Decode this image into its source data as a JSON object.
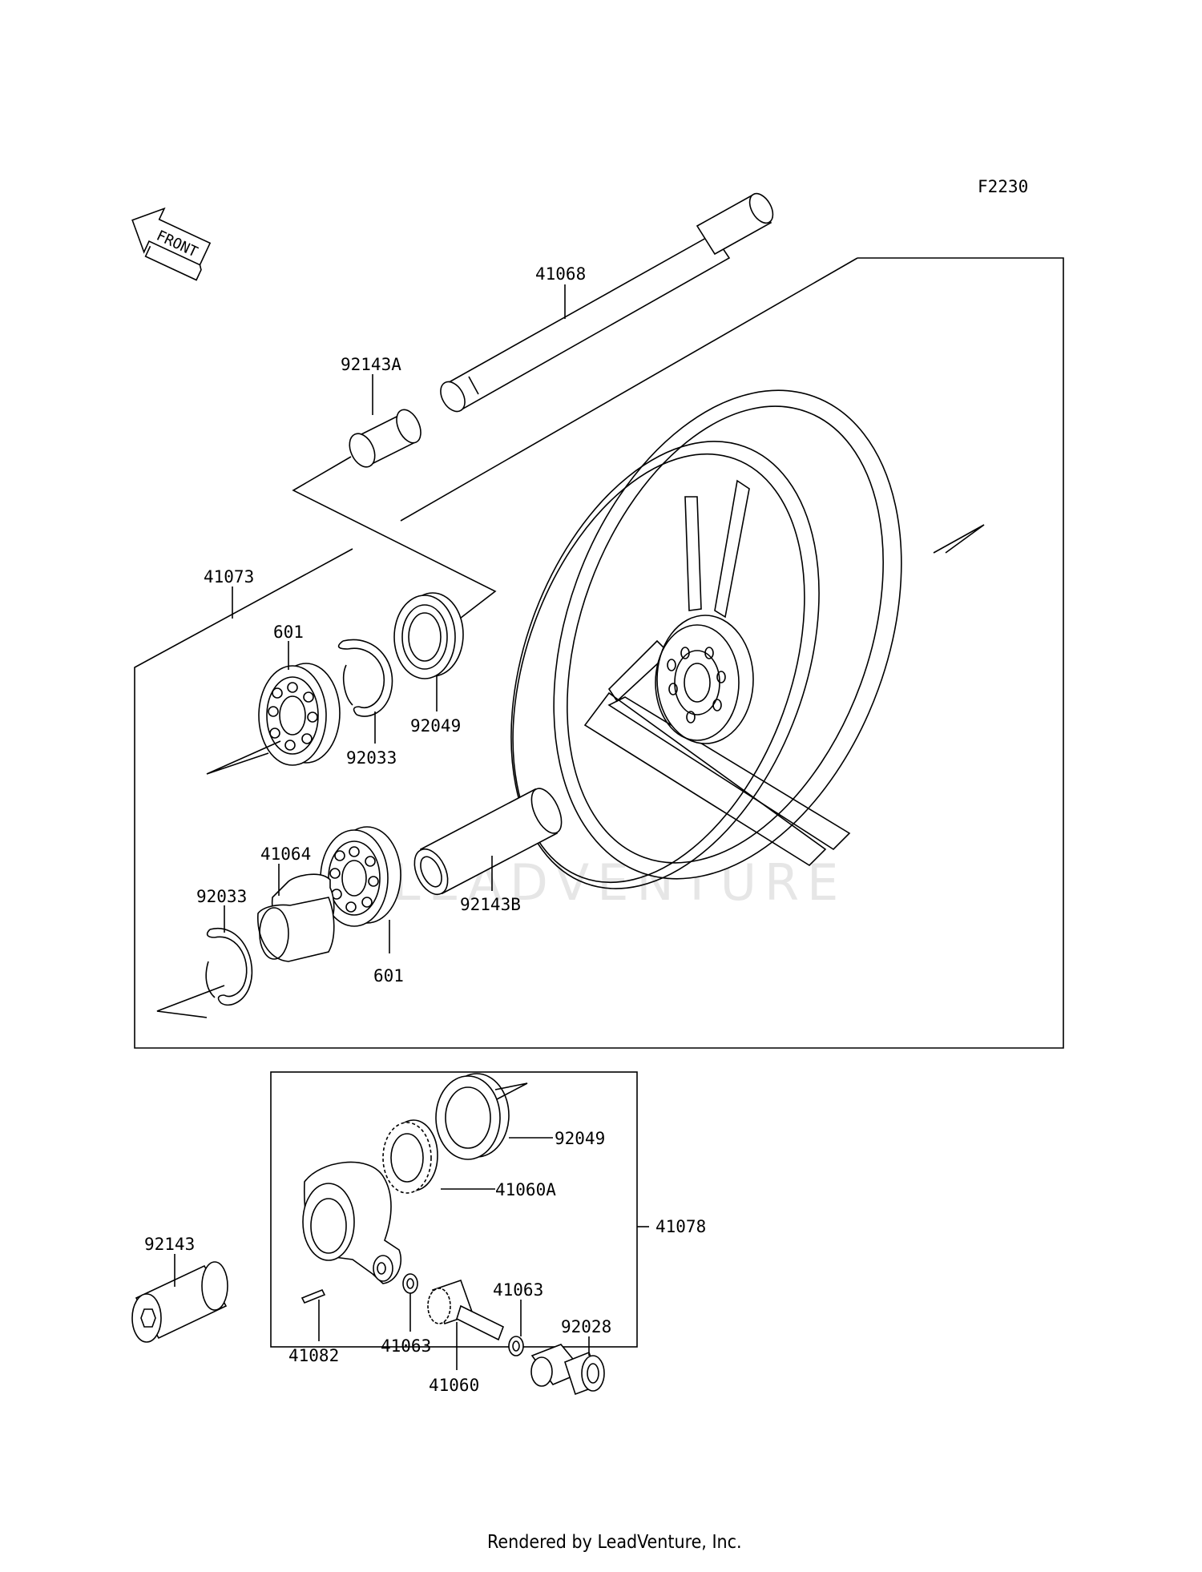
{
  "diagram_code": "F2230",
  "front_arrow_label": "FRONT",
  "watermark": "LEADVENTURE",
  "footer": "Rendered by LeadVenture, Inc.",
  "callouts": [
    {
      "id": "c41068",
      "text": "41068"
    },
    {
      "id": "c92143A",
      "text": "92143A"
    },
    {
      "id": "c41073",
      "text": "41073"
    },
    {
      "id": "c601a",
      "text": "601"
    },
    {
      "id": "c92049a",
      "text": "92049"
    },
    {
      "id": "c92033a",
      "text": "92033"
    },
    {
      "id": "c41064",
      "text": "41064"
    },
    {
      "id": "c92033b",
      "text": "92033"
    },
    {
      "id": "c92143B",
      "text": "92143B"
    },
    {
      "id": "c601b",
      "text": "601"
    },
    {
      "id": "c92049b",
      "text": "92049"
    },
    {
      "id": "c41060A",
      "text": "41060A"
    },
    {
      "id": "c41078",
      "text": "41078"
    },
    {
      "id": "c92143",
      "text": "92143"
    },
    {
      "id": "c41063a",
      "text": "41063"
    },
    {
      "id": "c92028",
      "text": "92028"
    },
    {
      "id": "c41082",
      "text": "41082"
    },
    {
      "id": "c41063b",
      "text": "41063"
    },
    {
      "id": "c41060",
      "text": "41060"
    }
  ]
}
